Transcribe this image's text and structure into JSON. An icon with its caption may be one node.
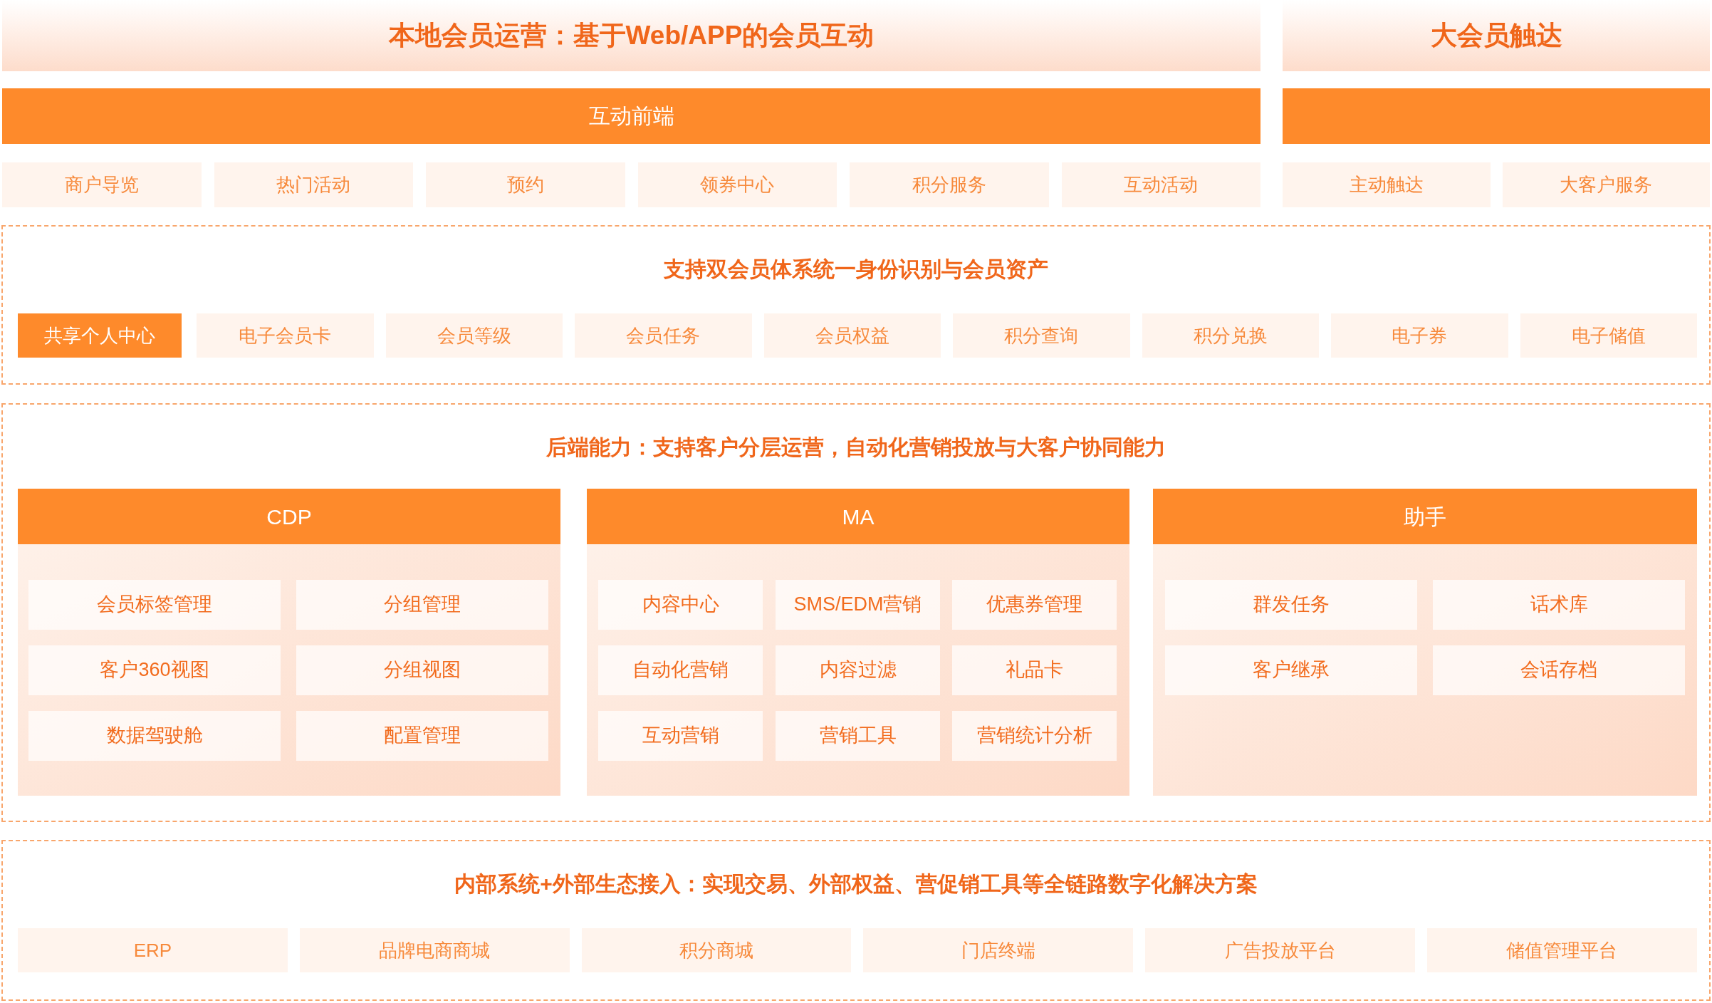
{
  "diagram": {
    "nodes": [
      {
        "text": [
          "本地会员运营：基于Web/APP的会员互动"
        ]
      },
      {
        "text": [
          "大会员触达"
        ]
      },
      {
        "text": [
          "互动前端"
        ]
      },
      {
        "text": [],
        "shape": "bar"
      },
      {
        "text": [
          "商户导览"
        ]
      },
      {
        "text": [
          "热门活动"
        ]
      },
      {
        "text": [
          "预约"
        ]
      },
      {
        "text": [
          "领券中心"
        ]
      },
      {
        "text": [
          "积分服务"
        ]
      },
      {
        "text": [
          "互动活动"
        ]
      },
      {
        "text": [
          "主动触达"
        ]
      },
      {
        "text": [
          "大客户服务"
        ]
      },
      {
        "text": [
          "支持双会员体系统一身份识别与会员资产"
        ]
      },
      {
        "text": [
          "共享个人中心"
        ],
        "in": 12
      },
      {
        "text": [
          "电子会员卡"
        ],
        "in": 12
      },
      {
        "text": [
          "会员等级"
        ],
        "in": 12
      },
      {
        "text": [
          "会员任务"
        ],
        "in": 12
      },
      {
        "text": [
          "会员权益"
        ],
        "in": 12
      },
      {
        "text": [
          "积分查询"
        ],
        "in": 12
      },
      {
        "text": [
          "积分兑换"
        ],
        "in": 12
      },
      {
        "text": [
          "电子券"
        ],
        "in": 12
      },
      {
        "text": [
          "电子储值"
        ],
        "in": 12
      },
      {
        "text": [
          "后端能力：支持客户分层运营，自动化营销投放与大客户协同能力"
        ]
      },
      {
        "text": [
          "CDP"
        ],
        "in": 22
      },
      {
        "text": [
          "会员标签管理"
        ],
        "in": 23
      },
      {
        "text": [
          "分组管理"
        ],
        "in": 23
      },
      {
        "text": [
          "客户360视图"
        ],
        "in": 23
      },
      {
        "text": [
          "分组视图"
        ],
        "in": 23
      },
      {
        "text": [
          "数据驾驶舱"
        ],
        "in": 23
      },
      {
        "text": [
          "配置管理"
        ],
        "in": 23
      },
      {
        "text": [
          "MA"
        ],
        "in": 22
      },
      {
        "text": [
          "内容中心"
        ],
        "in": 30
      },
      {
        "text": [
          "SMS/EDM营销"
        ],
        "in": 30
      },
      {
        "text": [
          "优惠券管理"
        ],
        "in": 30
      },
      {
        "text": [
          "自动化营销"
        ],
        "in": 30
      },
      {
        "text": [
          "内容过滤"
        ],
        "in": 30
      },
      {
        "text": [
          "礼品卡"
        ],
        "in": 30
      },
      {
        "text": [
          "互动营销"
        ],
        "in": 30
      },
      {
        "text": [
          "营销工具"
        ],
        "in": 30
      },
      {
        "text": [
          "营销统计分析"
        ],
        "in": 30
      },
      {
        "text": [
          "助手"
        ],
        "in": 22
      },
      {
        "text": [
          "群发任务"
        ],
        "in": 40
      },
      {
        "text": [
          "话术库"
        ],
        "in": 40
      },
      {
        "text": [
          "客户继承"
        ],
        "in": 40
      },
      {
        "text": [
          "会话存档"
        ],
        "in": 40
      },
      {
        "text": [
          "内部系统+外部生态接入：实现交易、外部权益、营促销工具等全链路数字化解决方案"
        ]
      },
      {
        "text": [
          "ERP"
        ],
        "in": 45
      },
      {
        "text": [
          "品牌电商商城"
        ],
        "in": 45
      },
      {
        "text": [
          "积分商城"
        ],
        "in": 45
      },
      {
        "text": [
          "门店终端"
        ],
        "in": 45
      },
      {
        "text": [
          "广告投放平台"
        ],
        "in": 45
      },
      {
        "text": [
          "储值管理平台"
        ],
        "in": 45
      }
    ]
  }
}
